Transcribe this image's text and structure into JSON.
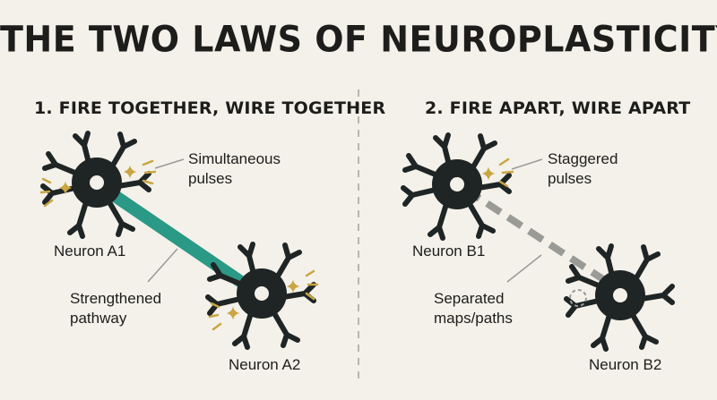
{
  "title": "THE TWO LAWS OF NEUROPLASTICITY",
  "left": {
    "heading": "1. FIRE TOGETHER, WIRE TOGETHER",
    "pulse_label": [
      "Simultaneous",
      "pulses"
    ],
    "neuron_top": "Neuron A1",
    "neuron_bottom": "Neuron A2",
    "path_label": [
      "Strengthened",
      "pathway"
    ]
  },
  "right": {
    "heading": "2. FIRE APART, WIRE APART",
    "pulse_label": [
      "Staggered",
      "pulses"
    ],
    "neuron_top": "Neuron B1",
    "neuron_bottom": "Neuron B2",
    "path_label": [
      "Separated",
      "maps/paths"
    ]
  },
  "colors": {
    "background": "#f3f1ea",
    "neuron": "#1f2424",
    "strong_pathway": "#2a9985",
    "weak_pathway": "#9a9a96",
    "pulse_spark": "#c9a643",
    "divider": "#b9b6ad"
  }
}
